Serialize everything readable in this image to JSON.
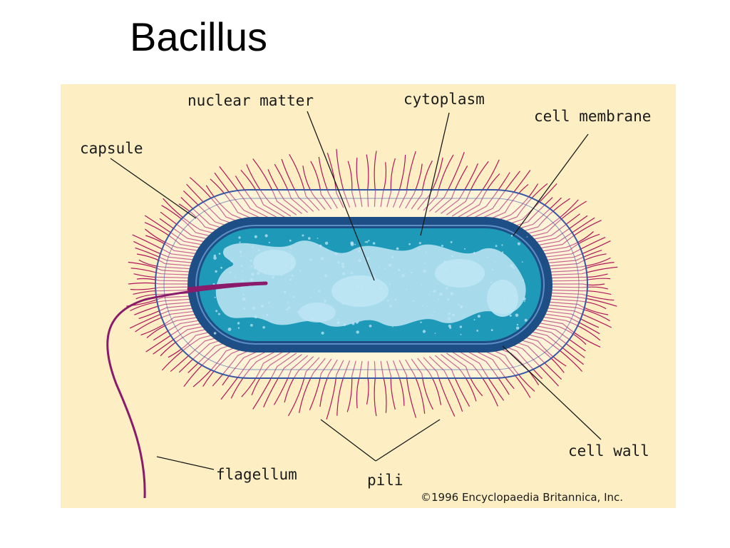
{
  "slide": {
    "title": "Bacillus"
  },
  "colors": {
    "background": "#fdefc3",
    "pili": "#b0145a",
    "capsule_outline": "#3a57a6",
    "cell_wall": "#1d4e86",
    "cytoplasm": "#1e9ab8",
    "nucleoid": "#bfe6f5",
    "flagellum": "#8a1a6a"
  },
  "labels": {
    "nuclear_matter": "nuclear matter",
    "cytoplasm": "cytoplasm",
    "cell_membrane": "cell membrane",
    "capsule": "capsule",
    "flagellum": "flagellum",
    "pili": "pili",
    "cell_wall": "cell wall"
  },
  "copyright": "©1996 Encyclopaedia Britannica, Inc."
}
